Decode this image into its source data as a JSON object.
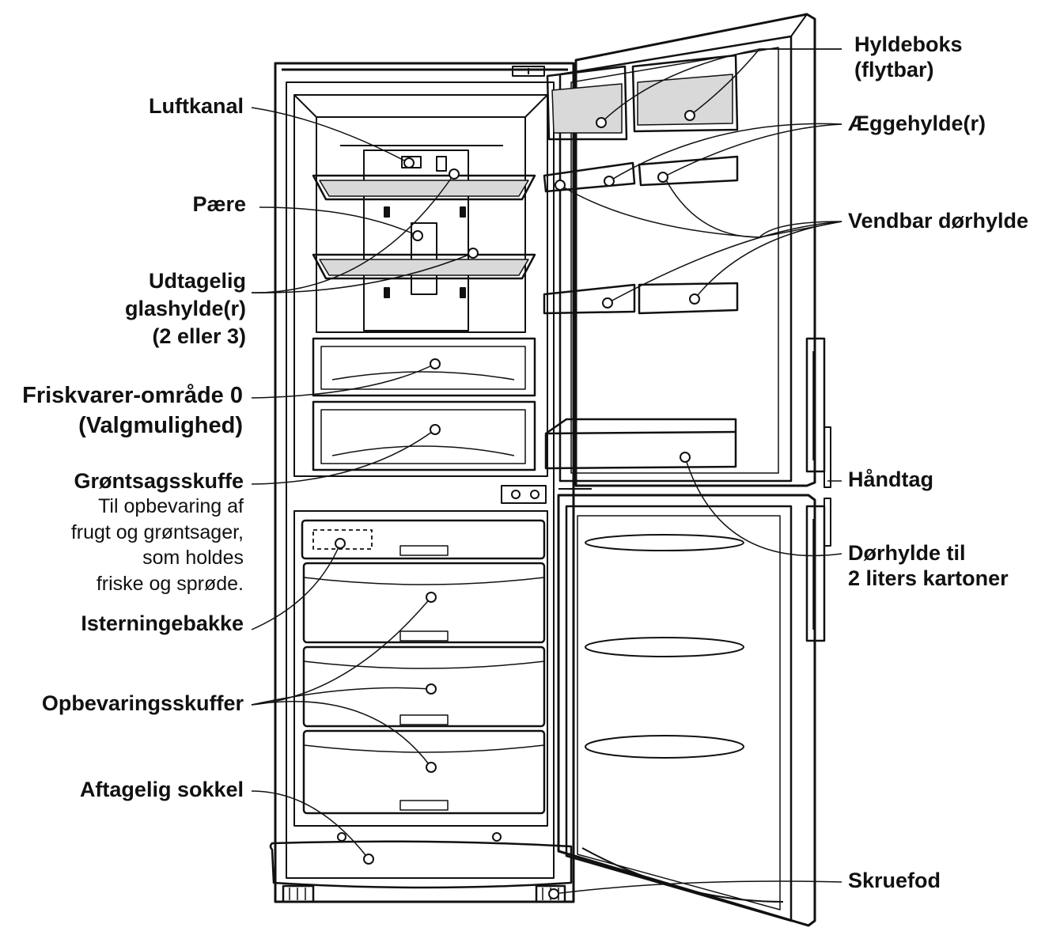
{
  "labels": {
    "luftkanal": [
      "Luftkanal"
    ],
    "paere": [
      "Pære"
    ],
    "glashylde": [
      "Udtagelig",
      "glashylde(r)",
      "(2 eller 3)"
    ],
    "friskvarer": [
      "Friskvarer-område 0",
      "(Valgmulighed)"
    ],
    "groentsag_title": "Grøntsagsskuffe",
    "groentsag_desc": [
      "Til opbevaring af",
      "frugt og grøntsager,",
      "som holdes",
      "friske og sprøde."
    ],
    "isterning": [
      "Isterningebakke"
    ],
    "opbevaring": [
      "Opbevaringsskuffer"
    ],
    "sokkel": [
      "Aftagelig sokkel"
    ],
    "hyldeboks": [
      "Hyldeboks",
      "(flytbar)"
    ],
    "aegge": [
      "Æggehylde(r)"
    ],
    "vendbar": [
      "Vendbar dørhylde"
    ],
    "haandtag": [
      "Håndtag"
    ],
    "doerhylde": [
      "Dørhylde til",
      "2 liters kartoner"
    ],
    "skruefod": [
      "Skruefod"
    ]
  }
}
